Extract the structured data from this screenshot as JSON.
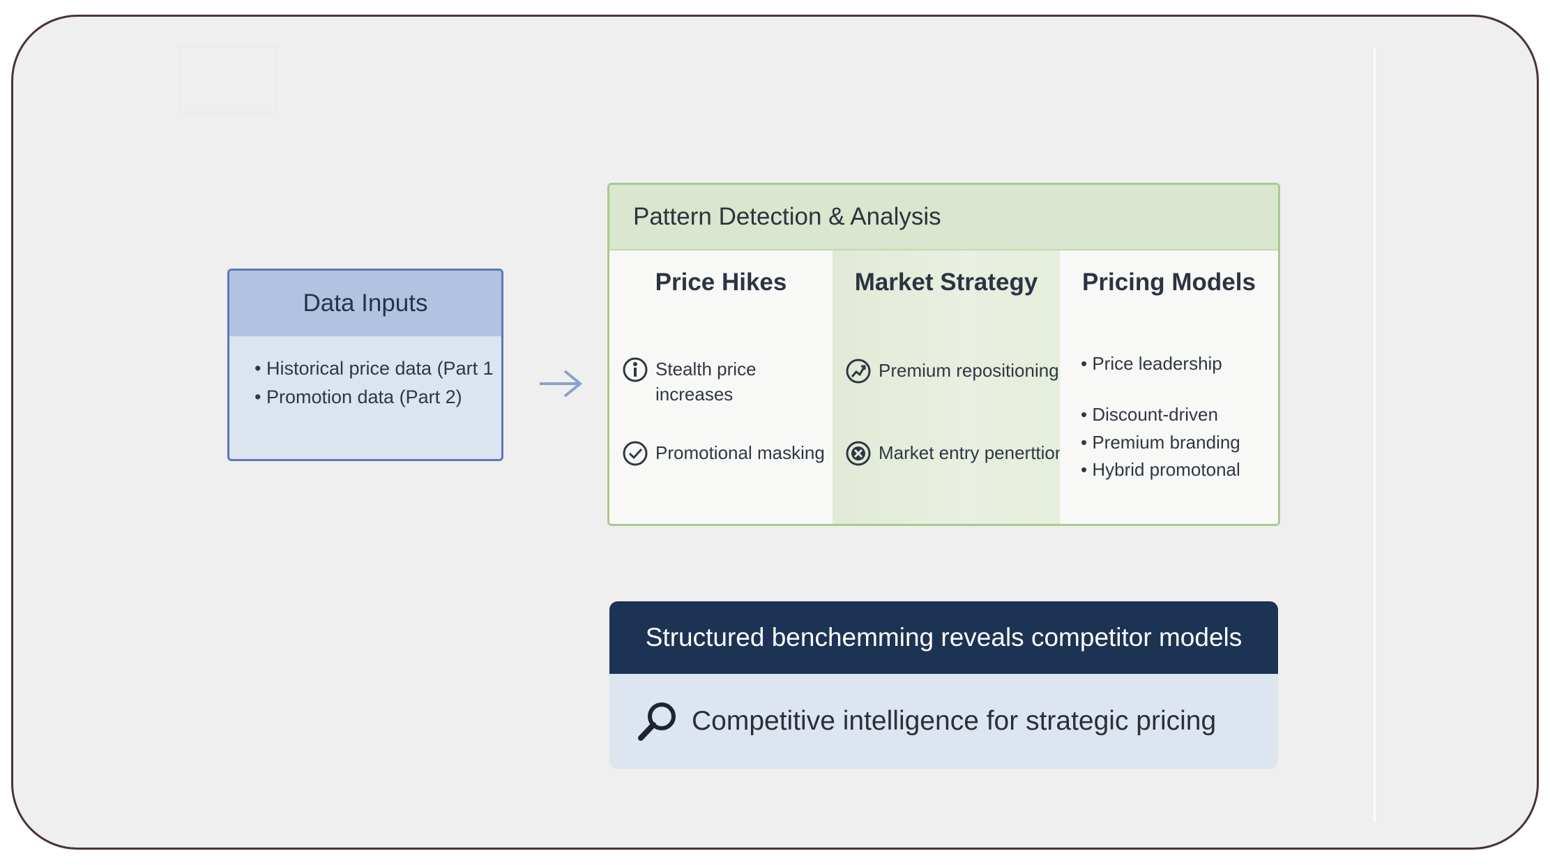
{
  "data_inputs": {
    "title": "Data Inputs",
    "items": [
      "Historical price data (Part 1",
      "Promotion data (Part 2)"
    ]
  },
  "analysis": {
    "title": "Pattern Detection & Analysis",
    "columns": [
      {
        "title": "Price Hikes",
        "items": [
          {
            "icon": "info-circle-icon",
            "label": "Stealth price",
            "label2": "increases"
          },
          {
            "icon": "check-circle-icon",
            "label": "Promotional masking"
          }
        ]
      },
      {
        "title": "Market Strategy",
        "items": [
          {
            "icon": "chart-circle-icon",
            "label": "Premium repositioning"
          },
          {
            "icon": "x-circle-icon",
            "label": "Market entry penerttion"
          }
        ]
      },
      {
        "title": "Pricing Models",
        "items": [
          "Price leadership",
          "Discount-driven",
          "Premium branding",
          "Hybrid promotonal"
        ]
      }
    ]
  },
  "banner": {
    "headline": "Structured benchemming reveals competitor models",
    "tagline": "Competitive intelligence for strategic pricing",
    "icon": "magnifier-icon"
  },
  "colors": {
    "navy": "#1c3354",
    "green_header": "#dae6cd",
    "blue_header": "#b2c3e2"
  }
}
